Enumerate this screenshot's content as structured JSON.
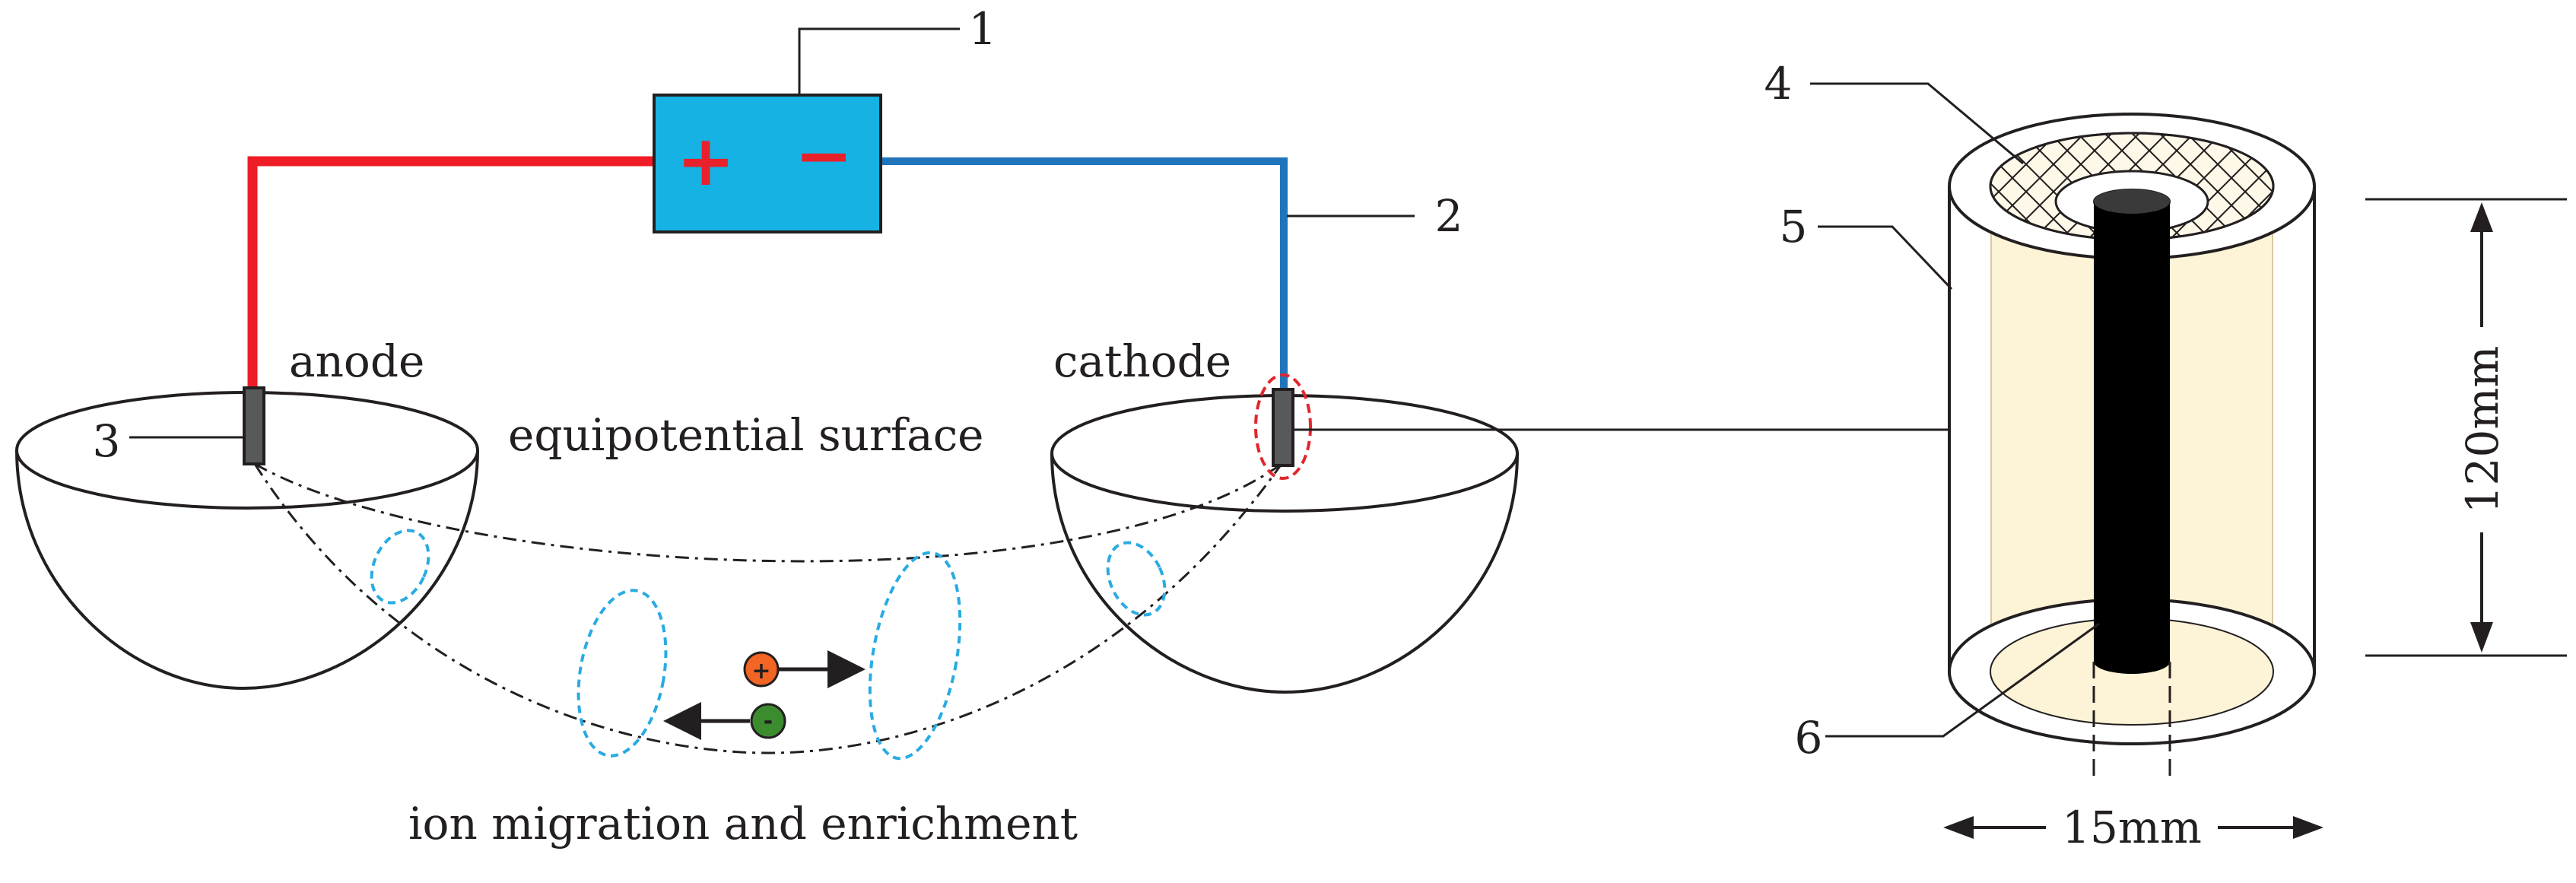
{
  "labels": {
    "anode": "anode",
    "cathode": "cathode",
    "equipotential": "equipotential surface",
    "migration": "ion migration and enrichment",
    "height": "120mm",
    "width": "15mm"
  },
  "callouts": {
    "n1": "1",
    "n2": "2",
    "n3": "3",
    "n4": "4",
    "n5": "5",
    "n6": "6"
  },
  "power_supply": {
    "positive": "+",
    "negative": "−"
  },
  "ions": {
    "cation": "+",
    "anion": "-"
  },
  "colors": {
    "anode_wire": "#ee1c24",
    "cathode_wire": "#1f74bb",
    "power_supply_fill": "#15b2e3",
    "terminal_sign": "#e8212b",
    "equipotential_ellipse": "#29abe2",
    "cation_fill": "#f26522",
    "anion_fill": "#3a8c2f",
    "electrode_tube_fill": "#fdf3d6",
    "highlight_circle": "#e0272d"
  }
}
